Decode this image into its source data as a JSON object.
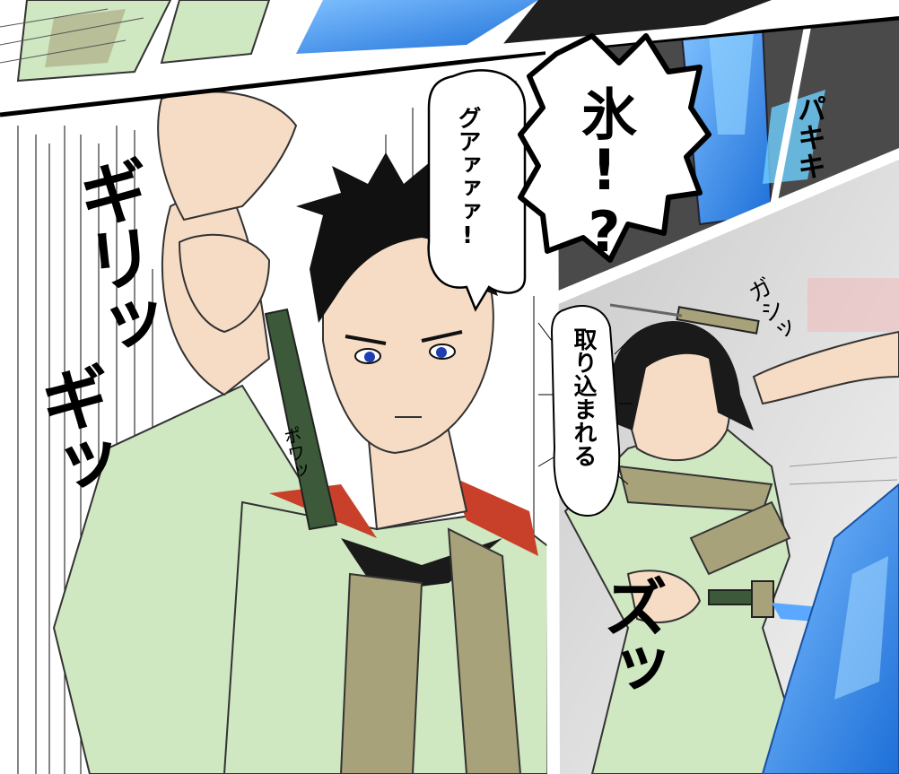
{
  "panel_left": {
    "speech": "グアァァァ!",
    "sfx_grip": "ギリッ",
    "sfx_grip2": "ギッ",
    "sfx_glow": "ポワッ"
  },
  "panel_top_right": {
    "shout": "氷!?",
    "sfx_crack": "パキキ"
  },
  "panel_bottom_right": {
    "narration": "取り込まれる",
    "sfx_grab": "ガシッ",
    "sfx_draw": "ズッ"
  },
  "colors": {
    "robe_green": "#cfe8c2",
    "ice_blue": "#3f8fe8",
    "collar_red": "#c8402a",
    "hair_black": "#111111",
    "strap_khaki": "#a8a27a"
  }
}
